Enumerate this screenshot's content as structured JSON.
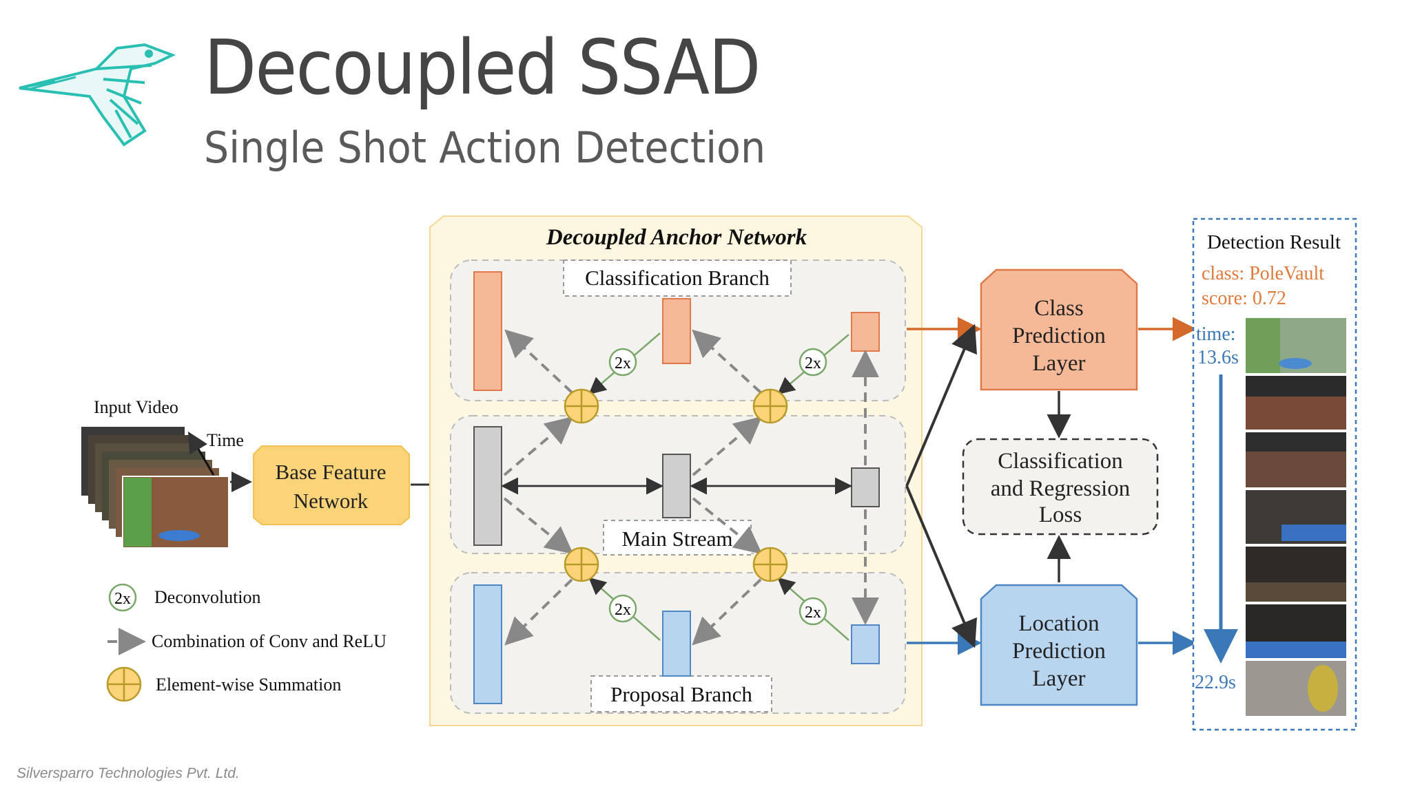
{
  "slide": {
    "title": "Decoupled SSAD",
    "subtitle": "Single Shot Action Detection",
    "footer": "Silversparro Technologies Pvt. Ltd."
  },
  "diagram": {
    "input_video_label": "Input Video",
    "time_axis_label": "Time",
    "base_network": [
      "Base Feature",
      "Network"
    ],
    "anchor_network_title": "Decoupled Anchor Network",
    "classification_branch": "Classification Branch",
    "main_stream": "Main Stream",
    "proposal_branch": "Proposal Branch",
    "deconv_badge": "2x",
    "class_prediction_layer": [
      "Class",
      "Prediction",
      "Layer"
    ],
    "loss_box": [
      "Classification",
      "and Regression",
      "Loss"
    ],
    "location_prediction_layer": [
      "Location",
      "Prediction",
      "Layer"
    ],
    "legend": {
      "deconv_symbol": "2x",
      "deconv": "Deconvolution",
      "conv_relu": "Combination  of Conv and ReLU",
      "summation": "Element-wise  Summation"
    },
    "result": {
      "title": "Detection Result",
      "class_line": "class:  PoleVault",
      "score_line": "score: 0.72",
      "time_label": "time:",
      "start_time": "13.6s",
      "end_time": "22.9s"
    }
  },
  "colors": {
    "orange": "#f5b998",
    "orange_stroke": "#e0784a",
    "gray": "#cfcfcf",
    "blue": "#b8d5f0",
    "blue_stroke": "#4f86c6",
    "yellow": "#fbd47a",
    "anchor_bg": "#fdf6e0",
    "arrow_orange": "#d46a2a",
    "arrow_blue": "#3a78b8",
    "class_text": "#e07a3a",
    "time_text": "#3a78b8"
  }
}
